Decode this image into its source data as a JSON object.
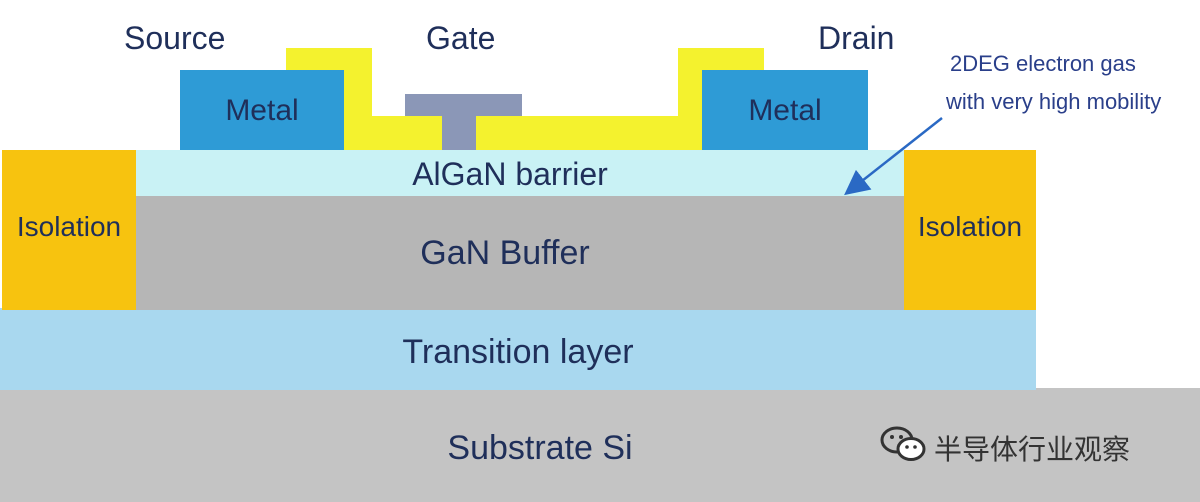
{
  "terminals": {
    "source": "Source",
    "gate": "Gate",
    "drain": "Drain"
  },
  "layers": {
    "metal_left": "Metal",
    "metal_right": "Metal",
    "barrier": "AlGaN barrier",
    "buffer": "GaN Buffer",
    "isolation_left": "Isolation",
    "isolation_right": "Isolation",
    "transition": "Transition layer",
    "substrate": "Substrate Si"
  },
  "annotation": {
    "line1": "2DEG electron gas",
    "line2": "with very high mobility"
  },
  "watermark": {
    "text": "半导体行业观察",
    "icon": "wechat-icon"
  },
  "colors": {
    "substrate": "#c4c4c4",
    "transition": "#a9d8ef",
    "buffer": "#b6b6b6",
    "barrier": "#c9f2f5",
    "isolation": "#f7c30f",
    "metal": "#2e9bd6",
    "passivation": "#f4f22e",
    "gate_metal": "#8b97b7",
    "arrow": "#2a69c4"
  }
}
